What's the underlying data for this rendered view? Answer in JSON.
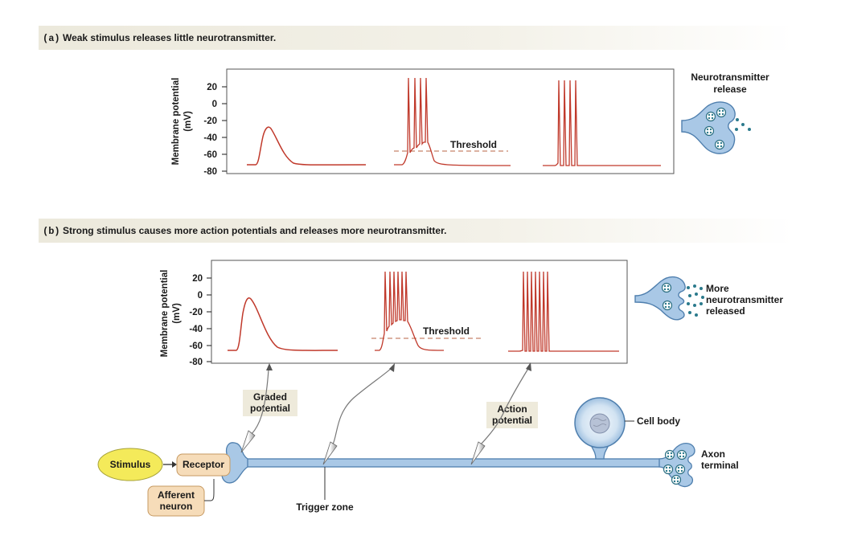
{
  "panel_a": {
    "letter": "(a)",
    "caption": "Weak stimulus releases little neurotransmitter.",
    "ylabel_line1": "Membrane potential",
    "ylabel_line2": "(mV)",
    "ticks": [
      "20",
      "0",
      "-20",
      "-40",
      "-60",
      "-80"
    ],
    "threshold_label": "Threshold",
    "terminal_label_line1": "Neurotransmitter",
    "terminal_label_line2": "release"
  },
  "panel_b": {
    "letter": "(b)",
    "caption": "Strong stimulus causes more action potentials and releases more neurotransmitter.",
    "ylabel_line1": "Membrane potential",
    "ylabel_line2": "(mV)",
    "ticks": [
      "20",
      "0",
      "-20",
      "-40",
      "-60",
      "-80"
    ],
    "threshold_label": "Threshold",
    "terminal_label_line1": "More",
    "terminal_label_line2": "neurotransmitter",
    "terminal_label_line3": "released"
  },
  "neuron": {
    "stimulus": "Stimulus",
    "receptor": "Receptor",
    "afferent_line1": "Afferent",
    "afferent_line2": "neuron",
    "graded_line1": "Graded",
    "graded_line2": "potential",
    "action_line1": "Action",
    "action_line2": "potential",
    "trigger_zone": "Trigger zone",
    "cell_body": "Cell body",
    "axon_line1": "Axon",
    "axon_line2": "terminal"
  },
  "colors": {
    "trace": "#c0392b",
    "threshold": "#c8846a",
    "neuron_fill": "#a9c8e6",
    "neuron_stroke": "#4f7fae",
    "stimulus": "#f4ea5a",
    "receptor": "#f6dcb9",
    "label_box": "#eeeadb",
    "vesicle": "#2b7a8c"
  }
}
